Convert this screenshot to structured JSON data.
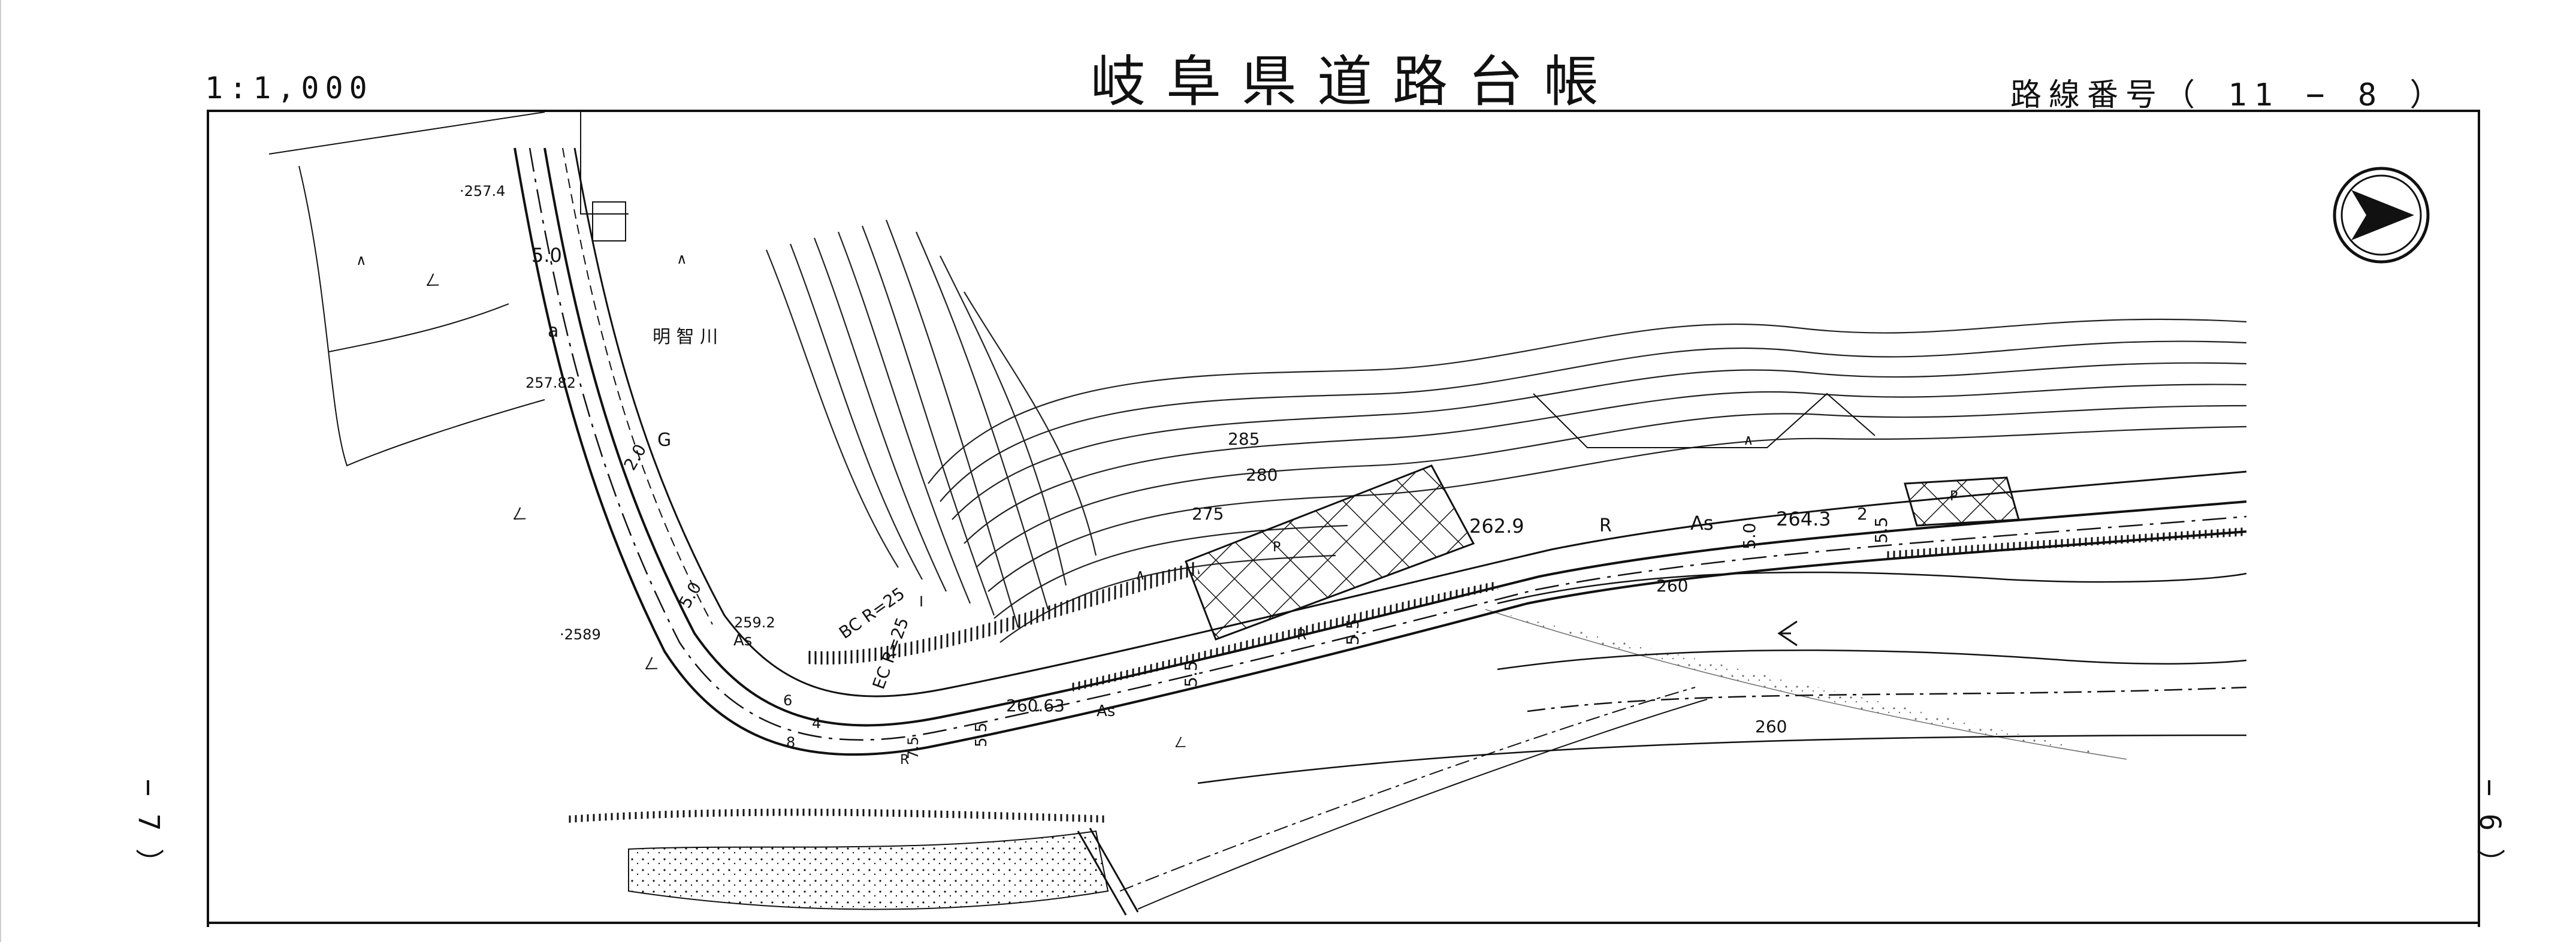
{
  "header": {
    "scale": "1:1,000",
    "title": "岐阜県道路台帳",
    "route": "路線番号（ 11 − 8 ）"
  },
  "side": {
    "left": "− 7 ）",
    "right": "− 6 ）"
  },
  "map": {
    "north_arrow": "north-arrow",
    "river_name": "明 智 川",
    "contours": [
      "285",
      "280",
      "275",
      "260",
      "260"
    ],
    "spot_heights": [
      "·257.4",
      "257.82",
      "259.2",
      "·2589",
      "260.63",
      "262.9",
      "264.3"
    ],
    "widths": [
      "5.0",
      "2.0",
      "5.0",
      "5.5",
      "5.5",
      "5.5",
      "5.0",
      "5.5",
      "7.5",
      "6",
      "4",
      "8",
      "2"
    ],
    "curves": [
      "BC R=25",
      "EC R=25"
    ],
    "surface_codes": [
      "As",
      "As",
      "As"
    ],
    "symbols": [
      "G",
      "a",
      "P",
      "P",
      "R",
      "R",
      "R",
      "I",
      "ㄥ",
      "ㄥ",
      "ㄥ",
      "ㄥ",
      "∧",
      "∧",
      "∧",
      "∧"
    ]
  }
}
